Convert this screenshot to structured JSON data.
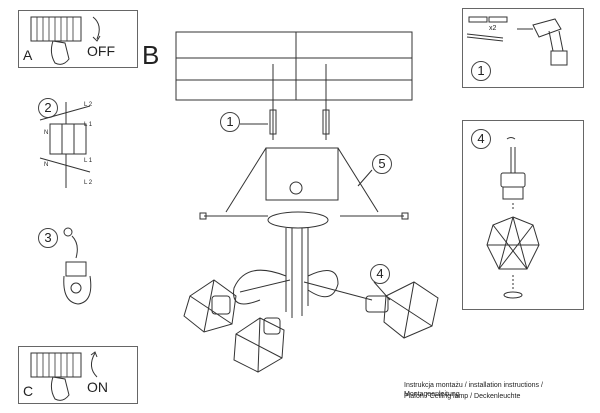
{
  "panel_a": {
    "letter": "A",
    "action": "OFF"
  },
  "panel_c": {
    "letter": "C",
    "action": "ON"
  },
  "main": {
    "letter": "B"
  },
  "steps": {
    "s1": "1",
    "s2": "2",
    "s3": "3",
    "s4": "4",
    "s5": "5",
    "main_1": "1",
    "main_4": "4",
    "main_5": "5",
    "tools_1": "1"
  },
  "wire_labels": {
    "l2_top": "L 2",
    "l1_top": "L 1",
    "n_top": "N",
    "n_bottom": "N",
    "l1_bottom": "L 1",
    "l2_bottom": "L 2"
  },
  "tools": {
    "count": "x2"
  },
  "footer": {
    "line1": "Instrukcja montażu / installation instructions / Montageanleitung",
    "line2": "Plafon / Ceiling lamp / Deckenleuchte"
  }
}
